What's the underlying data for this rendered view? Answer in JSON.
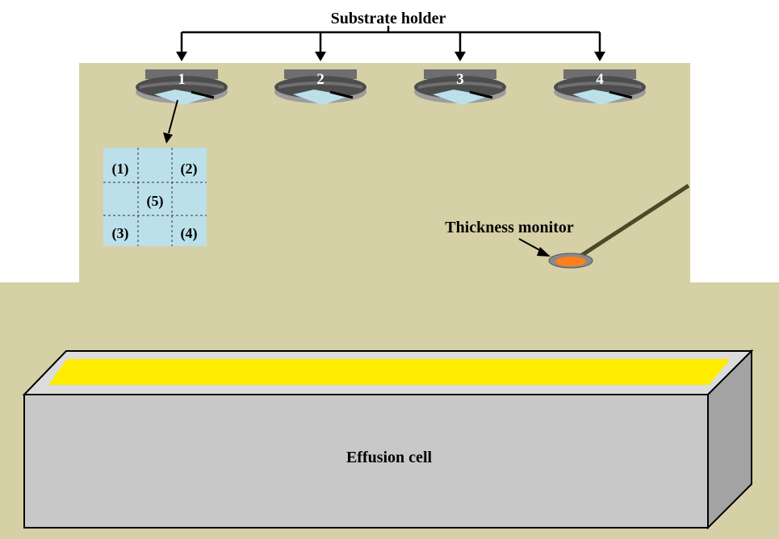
{
  "title": "Substrate holder",
  "holders": [
    {
      "number": "1"
    },
    {
      "number": "2"
    },
    {
      "number": "3"
    },
    {
      "number": "4"
    }
  ],
  "grid_positions": [
    "(1)",
    "(2)",
    "(5)",
    "(3)",
    "(4)"
  ],
  "thickness_monitor_label": "Thickness monitor",
  "effusion_cell_label": "Effusion cell",
  "colors": {
    "chamber": "#d6d0a6",
    "substrate": "#bce0ea",
    "holder_dark": "#4d4d4d",
    "holder_light": "#9c9c9c",
    "cell_front": "#c8c8c8",
    "cell_side": "#a3a3a3",
    "cell_top": "#dcdcdc",
    "source_material": "#ffec00",
    "monitor_crystal": "#ff7f1a",
    "monitor_arm": "#4a4a2a"
  }
}
